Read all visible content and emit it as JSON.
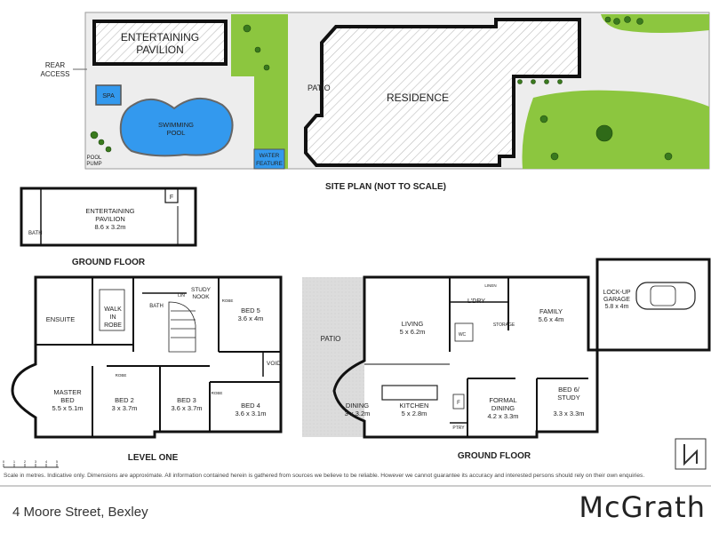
{
  "site_plan": {
    "title": "SITE PLAN (NOT TO SCALE)",
    "entertaining_pavilion": [
      "ENTERTAINING",
      "PAVILION"
    ],
    "residence": "RESIDENCE",
    "rear_access": [
      "REAR",
      "ACCESS"
    ],
    "spa": "SPA",
    "pool": [
      "SWIMMING",
      "POOL"
    ],
    "pool_pump": [
      "POOL",
      "PUMP"
    ],
    "patio": "PATIO",
    "water_feature": [
      "WATER",
      "FEATURE"
    ]
  },
  "pavilion_plan": {
    "name": [
      "ENTERTAINING",
      "PAVILION"
    ],
    "size": "8.6 x 3.2m",
    "bath": "BATH",
    "f": "F",
    "caption": "GROUND FLOOR"
  },
  "level_one": {
    "caption": "LEVEL ONE",
    "ensuite": "ENSUITE",
    "walk_in_robe": [
      "WALK",
      "IN",
      "ROBE"
    ],
    "bath": "BATH",
    "linen": "LIN",
    "study_nook": [
      "STUDY",
      "NOOK"
    ],
    "bed5": [
      "BED 5",
      "3.6 x 4m"
    ],
    "robe": "ROBE",
    "void": "VOID",
    "master_bed": [
      "MASTER",
      "BED",
      "5.5 x 5.1m"
    ],
    "bed2": [
      "BED 2",
      "3 x 3.7m"
    ],
    "bed3": [
      "BED 3",
      "3.6 x 3.7m"
    ],
    "bed4": [
      "BED 4",
      "3.6 x 3.1m"
    ]
  },
  "ground_floor": {
    "caption": "GROUND FLOOR",
    "patio": "PATIO",
    "living": [
      "LIVING",
      "5 x 6.2m"
    ],
    "ldry": "L'DRY",
    "linen": "LINEN",
    "wc": "WC",
    "storage": "STORAGE",
    "family": [
      "FAMILY",
      "5.6 x 4m"
    ],
    "garage": [
      "LOCK-UP",
      "GARAGE",
      "5.8 x 4m"
    ],
    "dining": [
      "DINING",
      "3 x 3.2m"
    ],
    "kitchen": [
      "KITCHEN",
      "5 x 2.8m"
    ],
    "pantry": "PTRY",
    "f": "F",
    "formal_dining": [
      "FORMAL",
      "DINING",
      "4.2 x 3.3m"
    ],
    "bed6": [
      "BED 6/",
      "STUDY",
      "3.3 x 3.3m"
    ]
  },
  "scale": {
    "ticks": [
      "0",
      "1",
      "2",
      "3",
      "4",
      "5"
    ]
  },
  "footer": {
    "disclaimer": "Scale in metres. Indicative only. Dimensions are approximate. All information contained herein is gathered from sources we believe to be reliable. However we cannot guarantee its accuracy and interested persons should rely on their own enquiries.",
    "address": "4 Moore Street, Bexley",
    "brand": "McGrath"
  },
  "colors": {
    "wall": "#111111",
    "lawn": "#8cc63f",
    "pool": "#3399ee",
    "paving": "#ececec",
    "patio": "#d9d9d9",
    "hatch": "#b8b8b8"
  }
}
